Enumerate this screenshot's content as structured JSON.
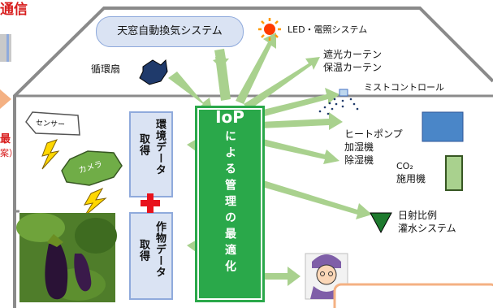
{
  "header": {
    "title_fragment": "通信",
    "left_fragment_1": "最",
    "left_fragment_2": "案）"
  },
  "roof": {
    "ventilation_label": "天窓自動換気システム",
    "circulation_fan_label": "循環扇",
    "led_label": "LED・電照システム",
    "curtain_label_line1": "遮光カーテン",
    "curtain_label_line2": "保温カーテン",
    "mist_label": "ミストコントロール"
  },
  "sensors": {
    "sensor_label": "センサー",
    "camera_label": "カメラ"
  },
  "data_boxes": {
    "environment": {
      "line1": "環境データ",
      "line2": "取得"
    },
    "crop": {
      "line1": "作物データ",
      "line2": "取得"
    }
  },
  "center": {
    "title": "IoP",
    "subtitle": "による管理の最適化"
  },
  "equipment": {
    "heatpump_line1": "ヒートポンプ",
    "heatpump_line2": "加湿機",
    "heatpump_line3": "除湿機",
    "co2_line1": "CO₂",
    "co2_line2": "施用機",
    "irrigation_line1": "日射比例",
    "irrigation_line2": "灌水システム"
  },
  "colors": {
    "house_outline": "#7f7f7f",
    "iop_green": "#2aa84a",
    "arrow_green": "#a9d18e",
    "data_box_fill": "#dae3f3",
    "data_box_border": "#8faadc",
    "accent_red": "#e8121c",
    "heatpump_blue": "#4a86c8",
    "co2_green": "#a9d18e",
    "triangle_green": "#1e7a2e",
    "sun_orange": "#ff8000",
    "lightning_yellow": "#ffd700",
    "camera_green": "#70ad47"
  }
}
